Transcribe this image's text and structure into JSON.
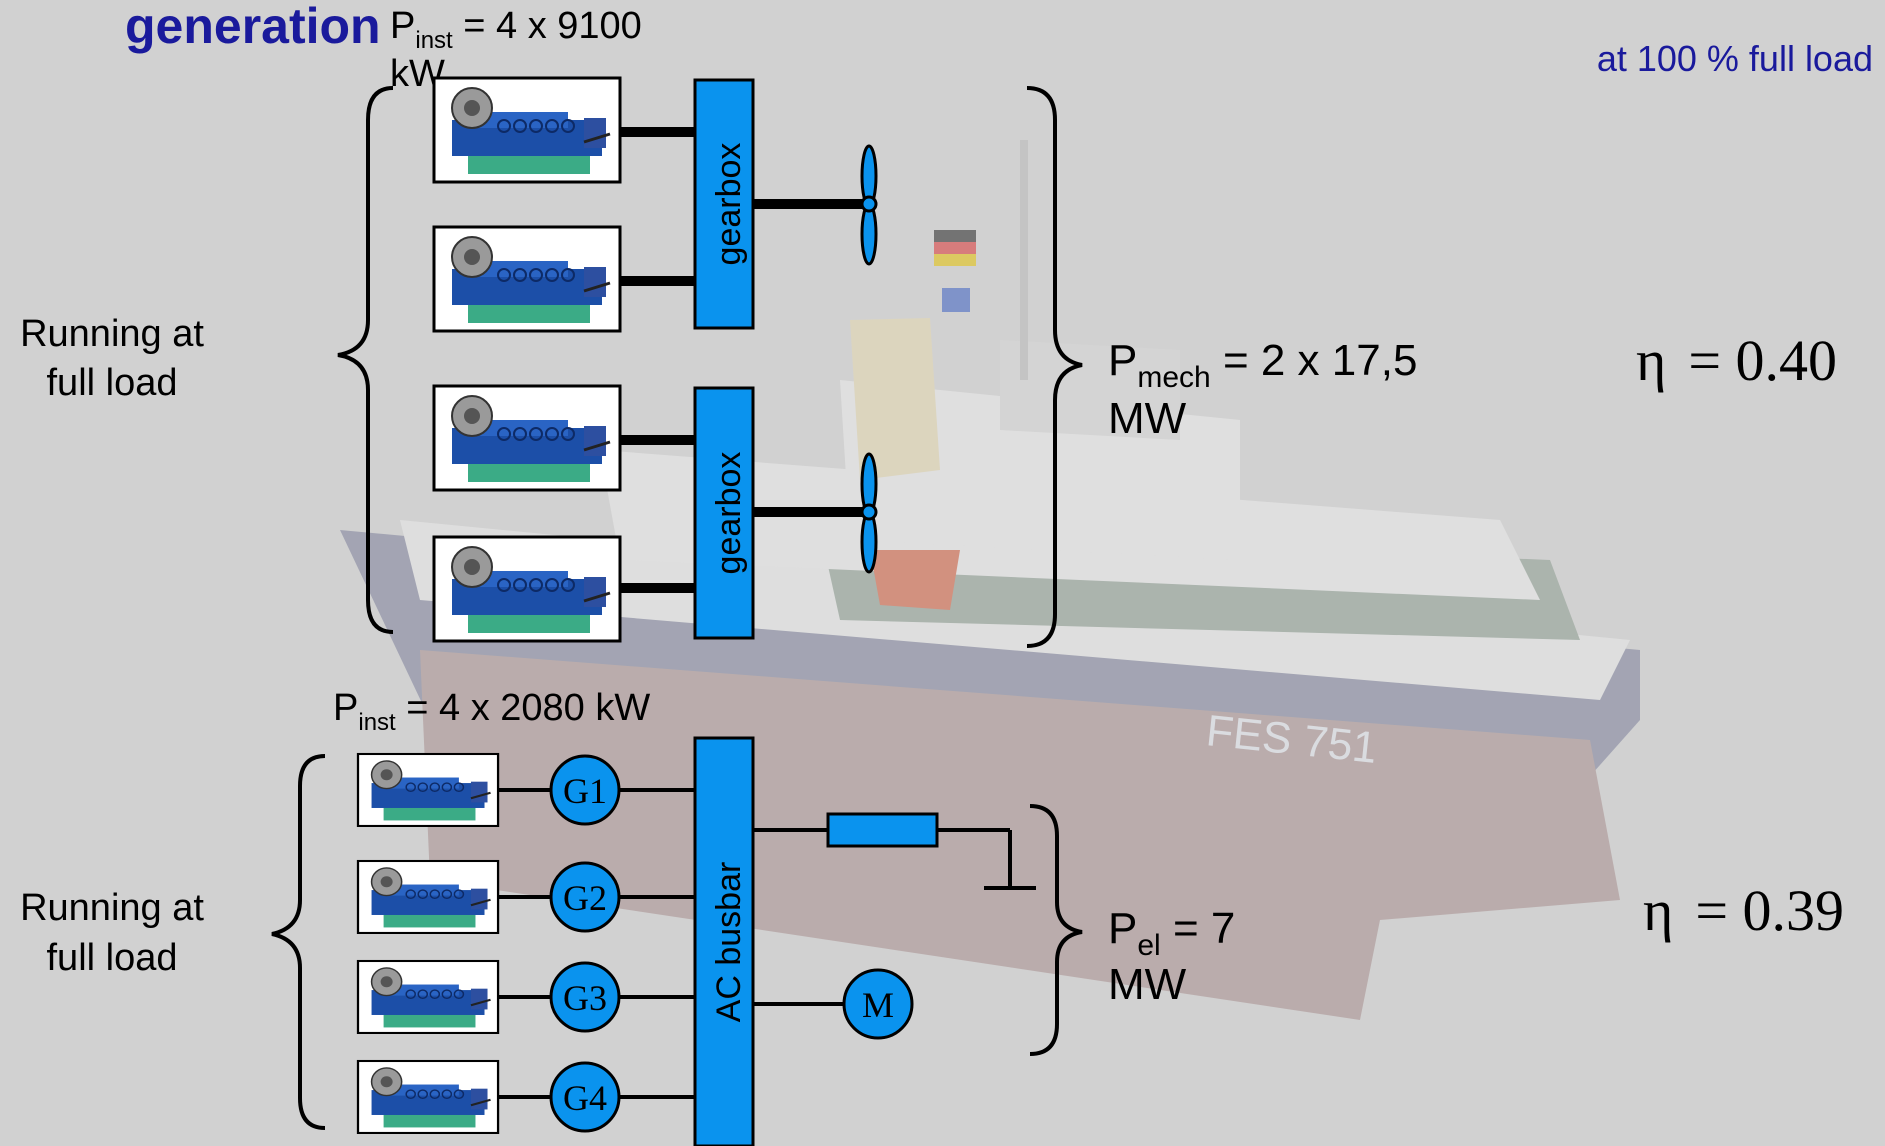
{
  "title_fragment": "generation",
  "load_note": "at 100 % full load",
  "mechanical": {
    "p_inst_symbol": "P",
    "p_inst_sub": "inst",
    "p_inst_value": " = 4 x 9100",
    "p_inst_unit": "kW",
    "running_line1": "Running at",
    "running_line2": "full load",
    "gearbox_label": "gearbox",
    "p_out_symbol": "P",
    "p_out_sub": "mech",
    "p_out_value": " = 2 x 17,5",
    "p_out_unit": "MW",
    "eta_symbol": "η",
    "eta_value": "= 0.40"
  },
  "electrical": {
    "p_inst_symbol": "P",
    "p_inst_sub": "inst",
    "p_inst_value": " = 4 x 2080 kW",
    "running_line1": "Running at",
    "running_line2": "full load",
    "busbar_label": "AC busbar",
    "generators": [
      "G1",
      "G2",
      "G3",
      "G4"
    ],
    "motor_label": "M",
    "p_out_symbol": "P",
    "p_out_sub": "el",
    "p_out_value": " = 7",
    "p_out_unit": "MW",
    "eta_symbol": "η",
    "eta_value": "= 0.39"
  },
  "ship_hull_text": "FES 751",
  "colors": {
    "background": "#d1d1d1",
    "component_blue": "#0a93ee",
    "title_blue": "#1a1a9c",
    "line": "#000000"
  }
}
